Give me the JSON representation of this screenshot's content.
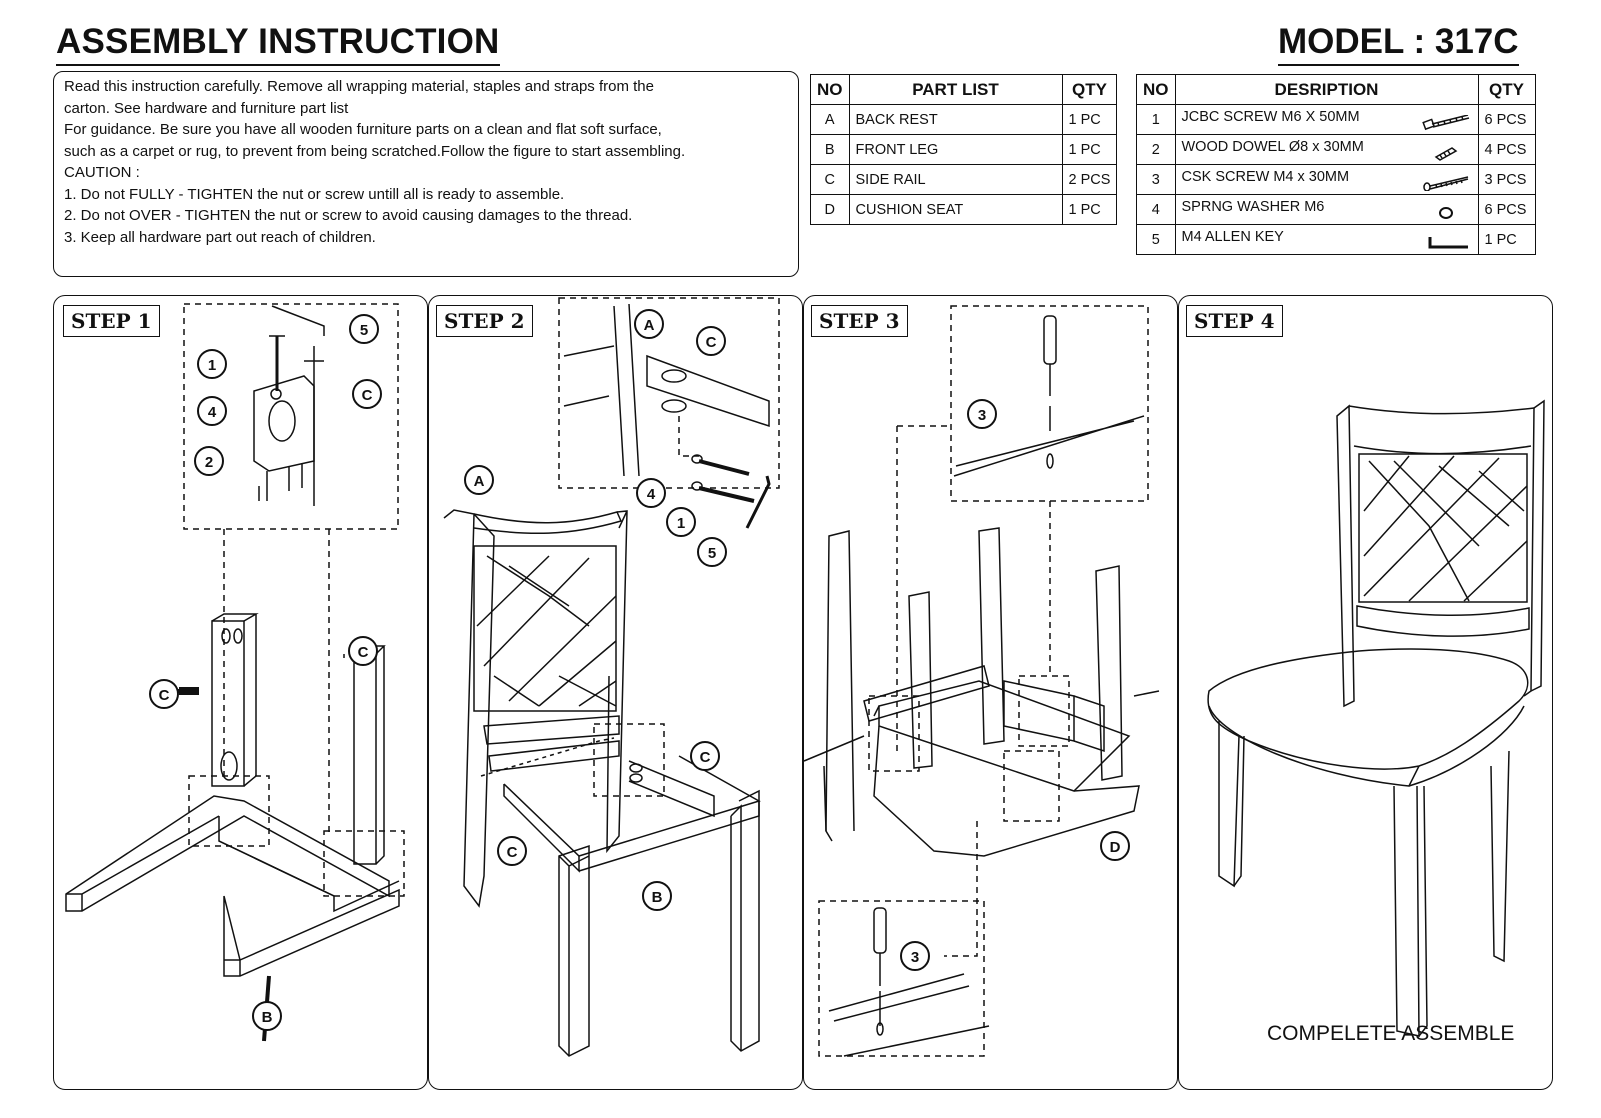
{
  "header": {
    "title": "ASSEMBLY INSTRUCTION",
    "model": "MODEL : 317C"
  },
  "intro": {
    "lines": [
      "Read this  instruction carefully. Remove all wrapping material, staples and straps from the",
      "carton. See hardware and furniture part list",
      "For guidance. Be sure you have all wooden furniture parts on a clean and flat soft surface,",
      "such as a carpet or rug, to prevent from being scratched.Follow the figure to start assembling.",
      "CAUTION :",
      "1. Do not FULLY - TIGHTEN the nut or screw untill all is ready to assemble.",
      "2. Do not OVER -  TIGHTEN the nut or screw to avoid causing damages to the thread.",
      "3. Keep all hardware part out reach of children."
    ]
  },
  "part_list": {
    "headers": [
      "NO",
      "PART LIST",
      "QTY"
    ],
    "rows": [
      [
        "A",
        "BACK REST",
        "1 PC"
      ],
      [
        "B",
        "FRONT LEG",
        "1 PC"
      ],
      [
        "C",
        "SIDE RAIL",
        "2 PCS"
      ],
      [
        "D",
        "CUSHION SEAT",
        "1 PC"
      ]
    ]
  },
  "hardware_list": {
    "headers": [
      "NO",
      "DESRIPTION",
      "QTY"
    ],
    "rows": [
      {
        "no": "1",
        "desc": "JCBC SCREW M6 X 50MM",
        "icon": "bolt-icon",
        "qty": "6 PCS"
      },
      {
        "no": "2",
        "desc": "WOOD DOWEL Ø8 x 30MM",
        "icon": "dowel-icon",
        "qty": "4 PCS"
      },
      {
        "no": "3",
        "desc": "CSK SCREW M4 x 30MM",
        "icon": "screw-icon",
        "qty": "3 PCS"
      },
      {
        "no": "4",
        "desc": "SPRNG WASHER M6",
        "icon": "washer-icon",
        "qty": "6 PCS"
      },
      {
        "no": "5",
        "desc": "M4 ALLEN KEY",
        "icon": "allen-key-icon",
        "qty": "1 PC"
      }
    ]
  },
  "steps": [
    "STEP 1",
    "STEP 2",
    "STEP 3",
    "STEP 4"
  ],
  "callouts": {
    "one": "1",
    "two": "2",
    "three": "3",
    "four": "4",
    "five": "5",
    "a": "A",
    "b": "B",
    "c": "C",
    "d": "D"
  },
  "complete_label": "COMPELETE ASSEMBLE"
}
